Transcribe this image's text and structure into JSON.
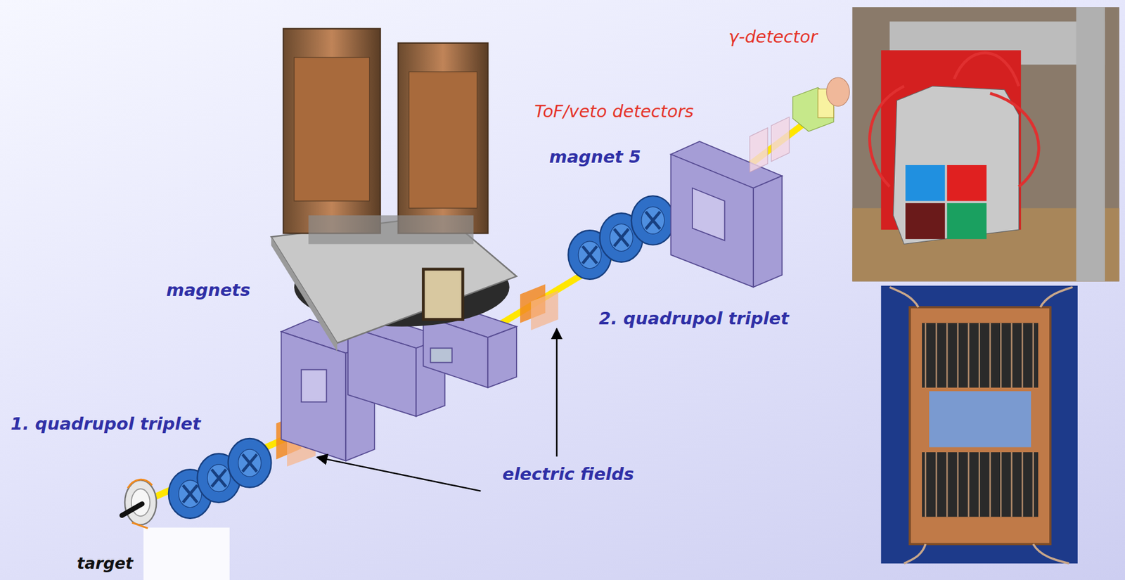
{
  "diagram": {
    "labels": [
      "γ-detector",
      "ToF/veto detectors",
      "magnet 5",
      "magnets",
      "2. quadrupol triplet",
      "1. quadrupol triplet",
      "electric fields",
      "target"
    ]
  }
}
